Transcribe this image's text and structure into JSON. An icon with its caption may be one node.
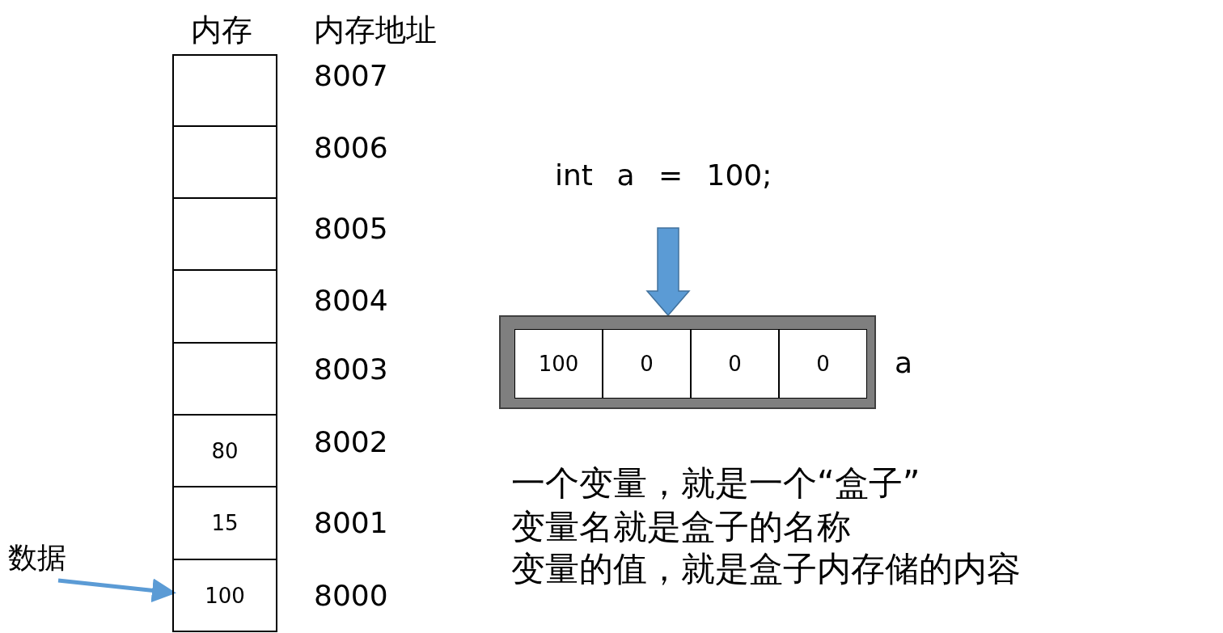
{
  "diagram": {
    "nodes": [
      {
        "text": [],
        "shape": "box",
        "beside": [
          "8007"
        ]
      },
      {
        "text": [],
        "shape": "box",
        "beside": [
          "8006"
        ]
      },
      {
        "text": [],
        "shape": "box",
        "beside": [
          "8005"
        ]
      },
      {
        "text": [],
        "shape": "box",
        "beside": [
          "8004"
        ]
      },
      {
        "text": [],
        "shape": "box",
        "beside": [
          "8003"
        ]
      },
      {
        "text": [
          "80"
        ],
        "beside": [
          "8002"
        ]
      },
      {
        "text": [
          "15"
        ],
        "beside": [
          "8001"
        ]
      },
      {
        "text": [
          "100"
        ],
        "beside": [
          "8000"
        ]
      },
      {
        "text": [
          "数据"
        ]
      },
      {
        "text": [
          "int a = 100;"
        ]
      },
      {
        "text": [],
        "shape": "box",
        "beside": [
          "a"
        ]
      },
      {
        "text": [
          "100"
        ],
        "in": 10
      },
      {
        "text": [
          "0"
        ],
        "in": 10
      },
      {
        "text": [
          "0"
        ],
        "in": 10
      },
      {
        "text": [
          "0"
        ],
        "in": 10
      }
    ],
    "edges": [
      {
        "from": 8,
        "to": 7,
        "arrow": "to"
      },
      {
        "from": 9,
        "to": 10,
        "arrow": "to",
        "style": "thick"
      }
    ],
    "labels": [
      "内存",
      "内存地址",
      "一个变量，就是一个“盒子”",
      "变量名就是盒子的名称",
      "变量的值，就是盒子内存储的内容"
    ]
  }
}
